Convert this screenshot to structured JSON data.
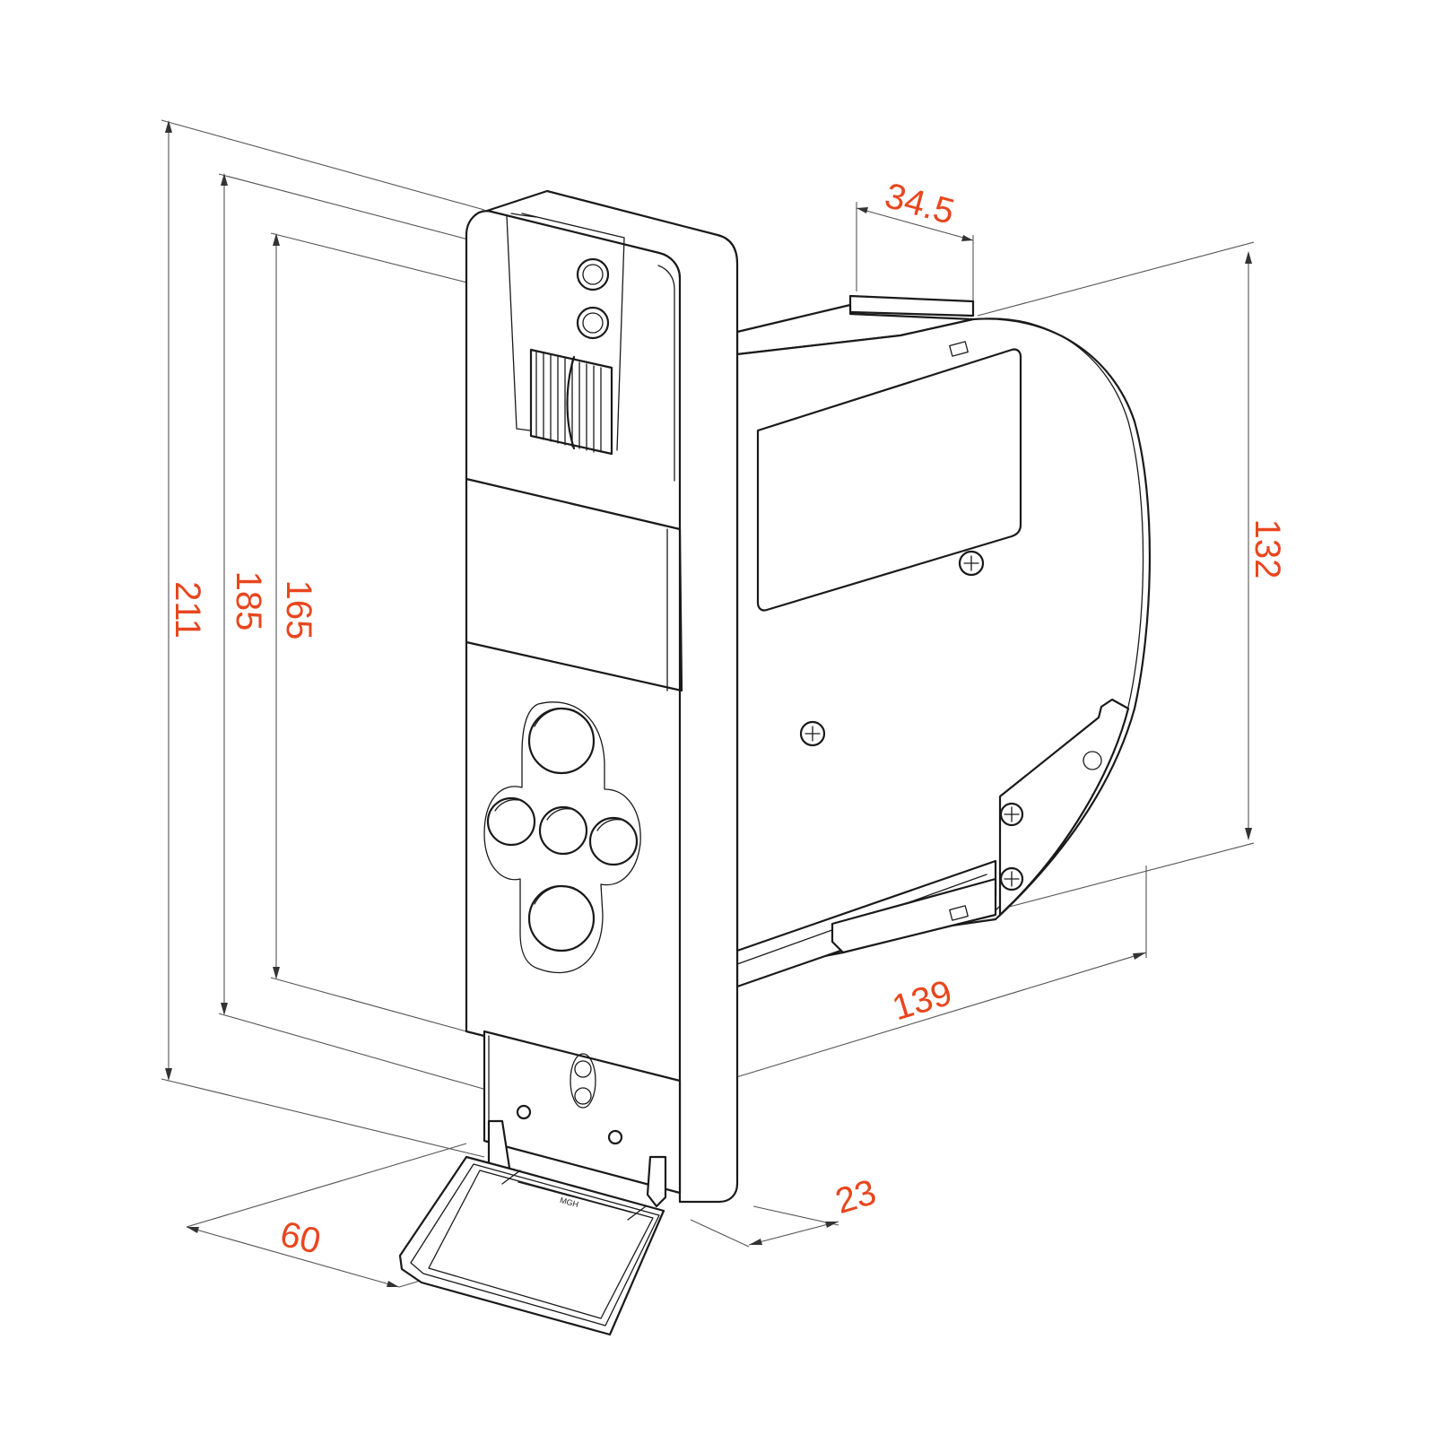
{
  "colors": {
    "dimension_text": "#e8461e",
    "line": "#1a1a1a",
    "dimension_line": "#555555",
    "background": "#ffffff"
  },
  "dimensions": {
    "height_total": "211",
    "height_body": "185",
    "height_inner": "165",
    "width_top": "34.5",
    "height_side": "132",
    "depth": "139",
    "clip_depth": "23",
    "bottom_width": "60"
  },
  "product": {
    "flap_marking": "MGH"
  },
  "icons": [
    "screw-icon",
    "button-icon",
    "slot-icon"
  ]
}
